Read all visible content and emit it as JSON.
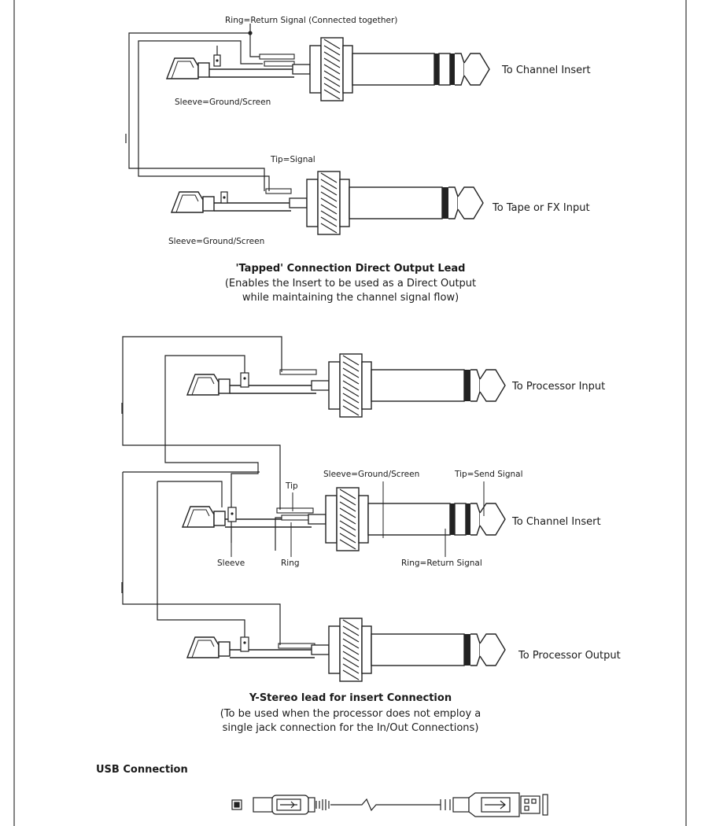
{
  "diagram1": {
    "labels": {
      "ring": "Ring=Return Signal (Connected together)",
      "sleeve_top": "Sleeve=Ground/Screen",
      "tip": "Tip=Signal",
      "sleeve_bottom": "Sleeve=Ground/Screen"
    },
    "destinations": {
      "plug1": "To Channel Insert",
      "plug2": "To Tape or FX Input"
    },
    "caption_title": "'Tapped' Connection Direct Output Lead",
    "caption_line1": "(Enables the Insert to be used as a Direct Output",
    "caption_line2": "while maintaining the channel signal flow)"
  },
  "diagram2": {
    "labels": {
      "sleeve": "Sleeve=Ground/Screen",
      "tip_send": "Tip=Send Signal",
      "tip": "Tip",
      "sleeve_short": "Sleeve",
      "ring": "Ring",
      "ring_return": "Ring=Return Signal"
    },
    "destinations": {
      "plug1": "To Processor Input",
      "plug2": "To Channel Insert",
      "plug3": "To Processor Output"
    },
    "caption_title": "Y-Stereo lead for insert Connection",
    "caption_line1": "(To be used when the processor does not employ a",
    "caption_line2": "single jack connection for the In/Out Connections)"
  },
  "usb": {
    "title": "USB Connection"
  }
}
